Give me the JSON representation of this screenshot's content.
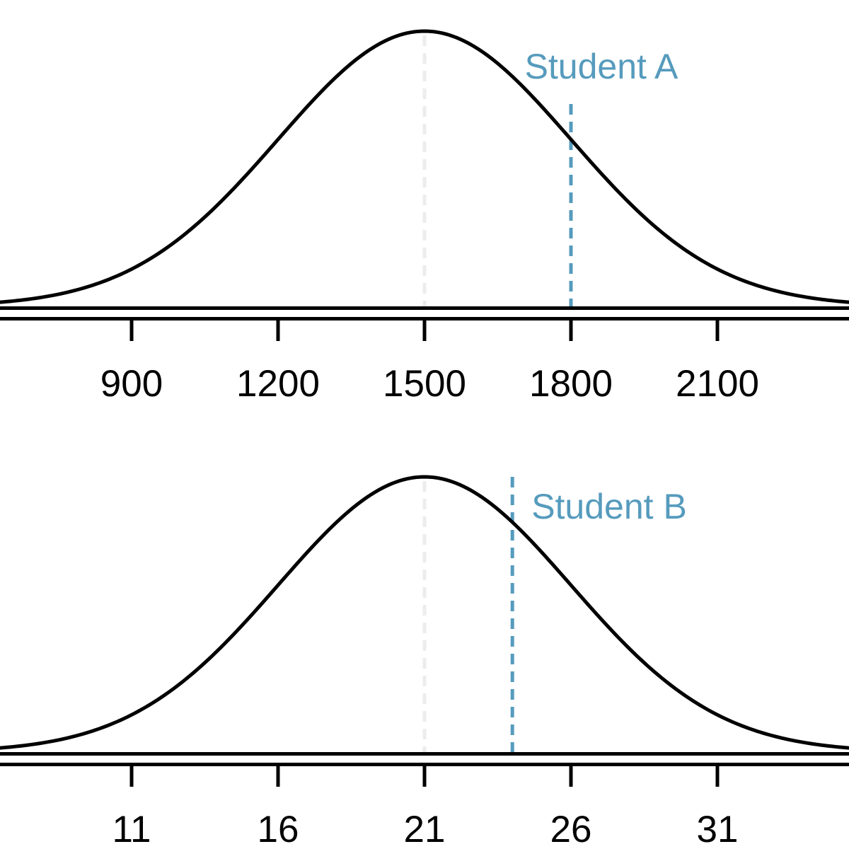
{
  "figure": {
    "description": "Two normal distribution density curves with student score markers",
    "colors": {
      "curve": "#000000",
      "axis": "#000000",
      "tick_label": "#000000",
      "student_annotation": "#569BBD",
      "mean_guide": "#ECECEC",
      "background": "#FFFFFF"
    }
  },
  "chart_data": [
    {
      "type": "line",
      "subtype": "normal-density-curve",
      "title": "",
      "xlabel": "",
      "ylabel": "",
      "distribution": {
        "mean": 1500,
        "sd": 300
      },
      "xlim": [
        630,
        2370
      ],
      "x_ticks": [
        900,
        1200,
        1500,
        1800,
        2100
      ],
      "x_tick_labels": [
        "900",
        "1200",
        "1500",
        "1800",
        "2100"
      ],
      "mean_guide_value": 1500,
      "annotation": {
        "label": "Student A",
        "value": 1800
      },
      "grid": false,
      "legend": false
    },
    {
      "type": "line",
      "subtype": "normal-density-curve",
      "title": "",
      "xlabel": "",
      "ylabel": "",
      "distribution": {
        "mean": 21,
        "sd": 5
      },
      "xlim": [
        6.5,
        35.5
      ],
      "x_ticks": [
        11,
        16,
        21,
        26,
        31
      ],
      "x_tick_labels": [
        "11",
        "16",
        "21",
        "26",
        "31"
      ],
      "mean_guide_value": 21,
      "annotation": {
        "label": "Student B",
        "value": 24
      },
      "grid": false,
      "legend": false
    }
  ]
}
